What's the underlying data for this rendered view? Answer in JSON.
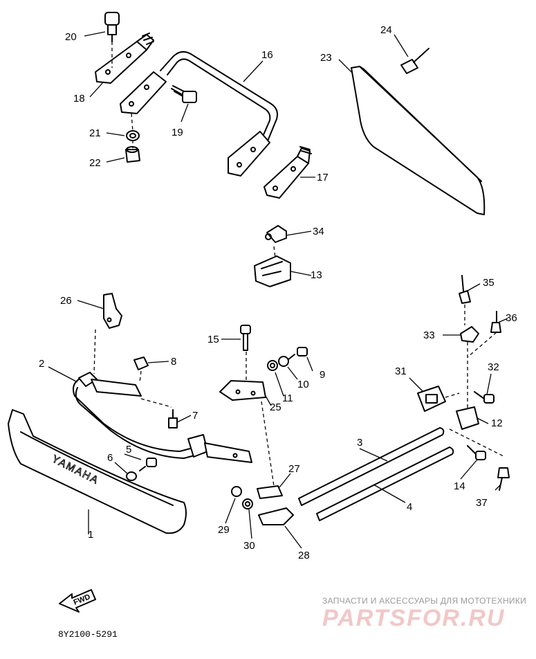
{
  "diagram": {
    "part_labels": [
      "1",
      "2",
      "3",
      "4",
      "5",
      "6",
      "7",
      "8",
      "9",
      "10",
      "11",
      "12",
      "13",
      "14",
      "15",
      "16",
      "17",
      "18",
      "19",
      "20",
      "21",
      "22",
      "23",
      "24",
      "25",
      "26",
      "27",
      "28",
      "29",
      "30",
      "31",
      "32",
      "33",
      "34",
      "35",
      "36",
      "37"
    ],
    "fwd_label": "FWD",
    "drawing_code": "8Y2100-5291",
    "bumper_brand": "YAMAHA"
  },
  "watermark": {
    "tagline": "ЗАПЧАСТИ И АКСЕССУАРЫ ДЛЯ МОТОТЕХНИКИ",
    "logo_text": "PARTSFOR.RU"
  }
}
